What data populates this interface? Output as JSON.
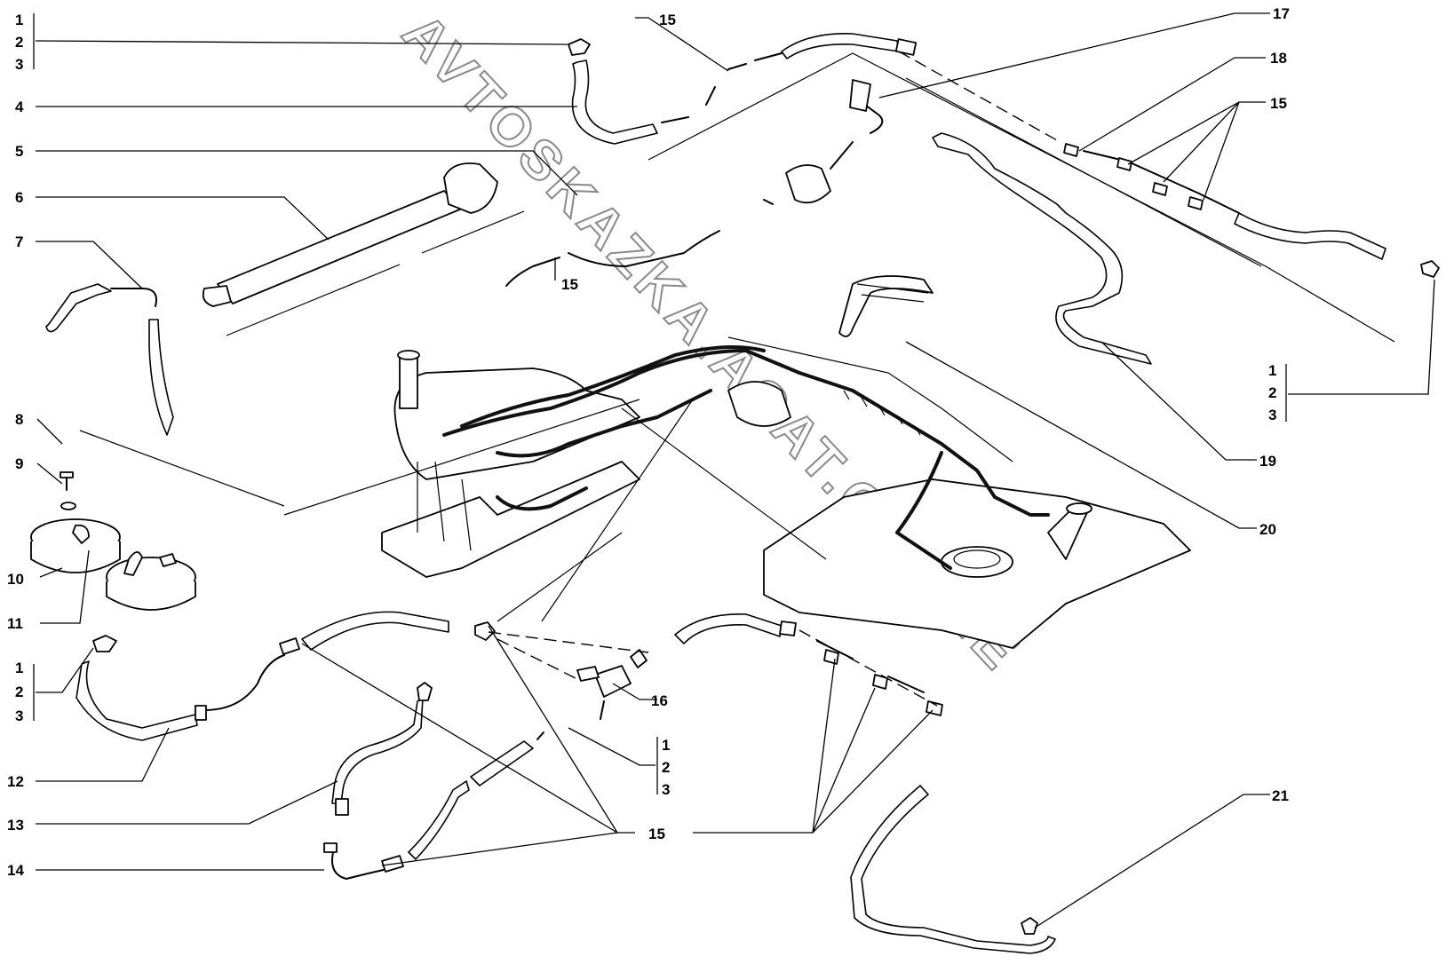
{
  "watermark": "AVTOSKAZKA.ACAT.ONLINE",
  "callouts": {
    "top_left_group": [
      "1",
      "2",
      "3"
    ],
    "n4": "4",
    "n5": "5",
    "n6": "6",
    "n7": "7",
    "n8": "8",
    "n9": "9",
    "n10": "10",
    "n11": "11",
    "left_mid_group": [
      "1",
      "2",
      "3"
    ],
    "n12": "12",
    "n13": "13",
    "n14": "14",
    "n15_top": "15",
    "n15_mid": "15",
    "n15_right": "15",
    "n15_bottom": "15",
    "n16": "16",
    "center_group": [
      "1",
      "2",
      "3"
    ],
    "n17": "17",
    "n18": "18",
    "right_group": [
      "1",
      "2",
      "3"
    ],
    "n19": "19",
    "n20": "20",
    "n21": "21"
  }
}
